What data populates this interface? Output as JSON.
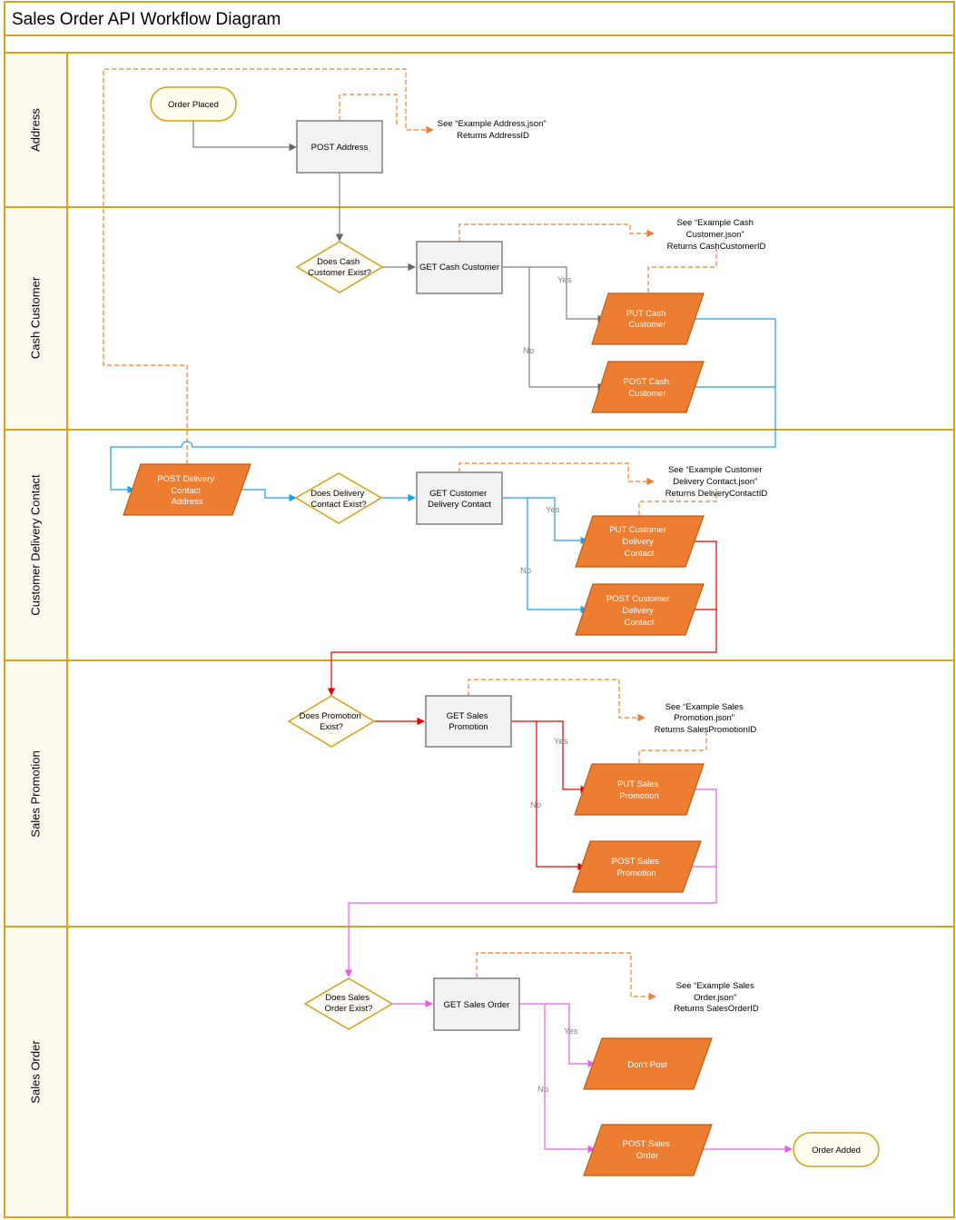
{
  "title": "Sales Order API Workflow Diagram",
  "colors": {
    "frame": "#d8a319",
    "lane_header_bg": "#fffaf0",
    "process_fill": "#f2f2f2",
    "process_stroke": "#7f7f7f",
    "action_fill": "#ed7d31",
    "action_stroke": "#c55a11",
    "decision_fill": "#fffdf5",
    "decision_stroke": "#d4a017",
    "terminator_fill": "#fffdf0",
    "terminator_stroke": "#d4a017",
    "note_connector": "#ed7d31",
    "gray_flow": "#808080",
    "blue_flow": "#1ba1e2",
    "red_flow": "#e00000",
    "magenta_flow": "#e85de8"
  },
  "lanes": [
    {
      "id": "address",
      "label": "Address"
    },
    {
      "id": "cash-customer",
      "label": "Cash Customer"
    },
    {
      "id": "customer-delivery-contact",
      "label": "Customer Delivery Contact"
    },
    {
      "id": "sales-promotion",
      "label": "Sales Promotion"
    },
    {
      "id": "sales-order",
      "label": "Sales Order"
    }
  ],
  "nodes": {
    "order_placed": {
      "lines": [
        "Order Placed"
      ]
    },
    "post_address": {
      "lines": [
        "POST Address"
      ]
    },
    "does_cash_customer_exist": {
      "lines": [
        "Does Cash",
        "Customer Exist?"
      ]
    },
    "get_cash_customer": {
      "lines": [
        "GET Cash Customer"
      ]
    },
    "put_cash_customer": {
      "lines": [
        "PUT Cash",
        "Customer"
      ]
    },
    "post_cash_customer": {
      "lines": [
        "POST Cash",
        "Customer"
      ]
    },
    "post_delivery_contact_address": {
      "lines": [
        "POST Delivery",
        "Contact",
        "Address"
      ]
    },
    "does_delivery_contact_exist": {
      "lines": [
        "Does Delivery",
        "Contact Exist?"
      ]
    },
    "get_customer_delivery_contact": {
      "lines": [
        "GET Customer",
        "Delivery Contact"
      ]
    },
    "put_customer_delivery_contact": {
      "lines": [
        "PUT Customer",
        "Delivery",
        "Contact"
      ]
    },
    "post_customer_delivery_contact": {
      "lines": [
        "POST Customer",
        "Delivery",
        "Contact"
      ]
    },
    "does_promotion_exist": {
      "lines": [
        "Does Promotion",
        "Exist?"
      ]
    },
    "get_sales_promotion": {
      "lines": [
        "GET Sales",
        "Promotion"
      ]
    },
    "put_sales_promotion": {
      "lines": [
        "PUT Sales",
        "Promotion"
      ]
    },
    "post_sales_promotion": {
      "lines": [
        "POST Sales",
        "Promotion"
      ]
    },
    "does_sales_order_exist": {
      "lines": [
        "Does Sales",
        "Order Exist?"
      ]
    },
    "get_sales_order": {
      "lines": [
        "GET Sales Order"
      ]
    },
    "dont_post": {
      "lines": [
        "Don't Post"
      ]
    },
    "post_sales_order": {
      "lines": [
        "POST Sales",
        "Order"
      ]
    },
    "order_added": {
      "lines": [
        "Order Added"
      ]
    }
  },
  "notes": {
    "address": {
      "lines": [
        "See “Example Address.json”",
        "Returns AddressID"
      ]
    },
    "cash_customer": {
      "lines": [
        "See “Example Cash",
        "Customer.json”",
        "Returns CashCustomerID"
      ]
    },
    "delivery_contact": {
      "lines": [
        "See “Example Customer",
        "Delivery Contact.json”",
        "Returns DeliveryContactID"
      ]
    },
    "sales_promotion": {
      "lines": [
        "See “Example Sales",
        "Promotion.json”",
        "Returns SalesPromotionID"
      ]
    },
    "sales_order": {
      "lines": [
        "See “Example Sales",
        "Order.json”",
        "Returns SalesOrderID"
      ]
    }
  },
  "branch_labels": {
    "yes": "Yes",
    "no": "No"
  }
}
